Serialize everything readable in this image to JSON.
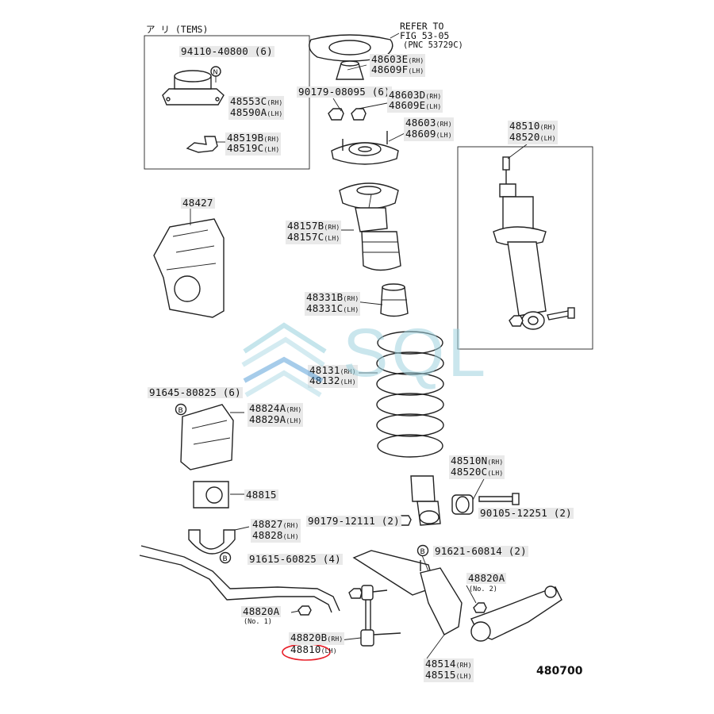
{
  "tems_box": {
    "title": "ア リ (TEMS)",
    "parts": [
      {
        "num": "94110-40800 (6)"
      },
      {
        "num": "48553C",
        "side": "(RH)"
      },
      {
        "num": "48590A",
        "side": "(LH)"
      },
      {
        "num": "48519B",
        "side": "(RH)"
      },
      {
        "num": "48519C",
        "side": "(LH)"
      }
    ],
    "marker": "N"
  },
  "refer_note": {
    "line1": "REFER TO",
    "line2": "FIG 53-05",
    "line3": "(PNC 53729C)"
  },
  "labels": {
    "p48603E": "48603E",
    "p48603E_side": "(RH)",
    "p48609F": "48609F",
    "p48609F_side": "(LH)",
    "p90179_08095": "90179-08095 (6)",
    "p48603D": "48603D",
    "p48603D_side": "(RH)",
    "p48609E": "48609E",
    "p48609E_side": "(LH)",
    "p48603": "48603",
    "p48603_side": "(RH)",
    "p48609": "48609",
    "p48609_side": "(LH)",
    "p48427": "48427",
    "p48157B": "48157B",
    "p48157B_side": "(RH)",
    "p48157C": "48157C",
    "p48157C_side": "(LH)",
    "p48331B": "48331B",
    "p48331B_side": "(RH)",
    "p48331C": "48331C",
    "p48331C_side": "(LH)",
    "p48131": "48131",
    "p48131_side": "(RH)",
    "p48132": "48132",
    "p48132_side": "(LH)",
    "p48510": "48510",
    "p48510_side": "(RH)",
    "p48520": "48520",
    "p48520_side": "(LH)",
    "p91645": "91645-80825 (6)",
    "p48824A": "48824A",
    "p48824A_side": "(RH)",
    "p48829A": "48829A",
    "p48829A_side": "(LH)",
    "p48815": "48815",
    "p48827": "48827",
    "p48827_side": "(RH)",
    "p48828": "48828",
    "p48828_side": "(LH)",
    "p91615": "91615-60825 (4)",
    "p48510N": "48510N",
    "p48510N_side": "(RH)",
    "p48520C": "48520C",
    "p48520C_side": "(LH)",
    "p90179_12111": "90179-12111 (2)",
    "p90105": "90105-12251 (2)",
    "p91621": "91621-60814 (2)",
    "p48820A_no2": "48820A",
    "p48820A_no2_sub": "(No. 2)",
    "p48820A_no1": "48820A",
    "p48820A_no1_sub": "(No. 1)",
    "p48820B": "48820B",
    "p48820B_side": "(RH)",
    "p48810": "48810",
    "p48810_side": "(LH)",
    "p48514": "48514",
    "p48514_side": "(RH)",
    "p48515": "48515",
    "p48515_side": "(LH)"
  },
  "markers": {
    "b": "B"
  },
  "watermark": "SQL",
  "figure_code": "480700",
  "colors": {
    "highlight_circle": "#e8202a",
    "watermark": "#9fd3df",
    "label_bg": "#e9e9e9"
  }
}
